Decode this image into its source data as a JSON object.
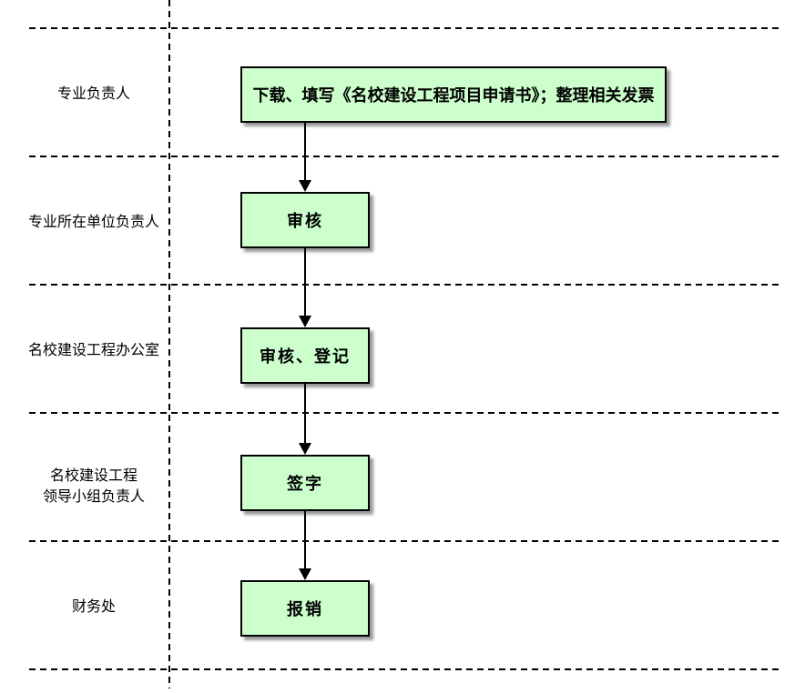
{
  "diagram": {
    "type": "swimlane-flowchart",
    "colors": {
      "background": "#ffffff",
      "box_fill": "#ccffcc",
      "box_border": "#000000",
      "line": "#000000",
      "text": "#000000",
      "shadow": "#666666"
    },
    "lanes": [
      {
        "label": "专业负责人"
      },
      {
        "label": "专业所在单位负责人"
      },
      {
        "label": "名校建设工程办公室"
      },
      {
        "label_line1": "名校建设工程",
        "label_line2": "领导小组负责人"
      },
      {
        "label": "财务处"
      }
    ],
    "steps": [
      {
        "text": "下载、填写《名校建设工程项目申请书》；整理相关发票"
      },
      {
        "text": "审核"
      },
      {
        "text": "审核、登记"
      },
      {
        "text": "签字"
      },
      {
        "text": "报销"
      }
    ]
  }
}
